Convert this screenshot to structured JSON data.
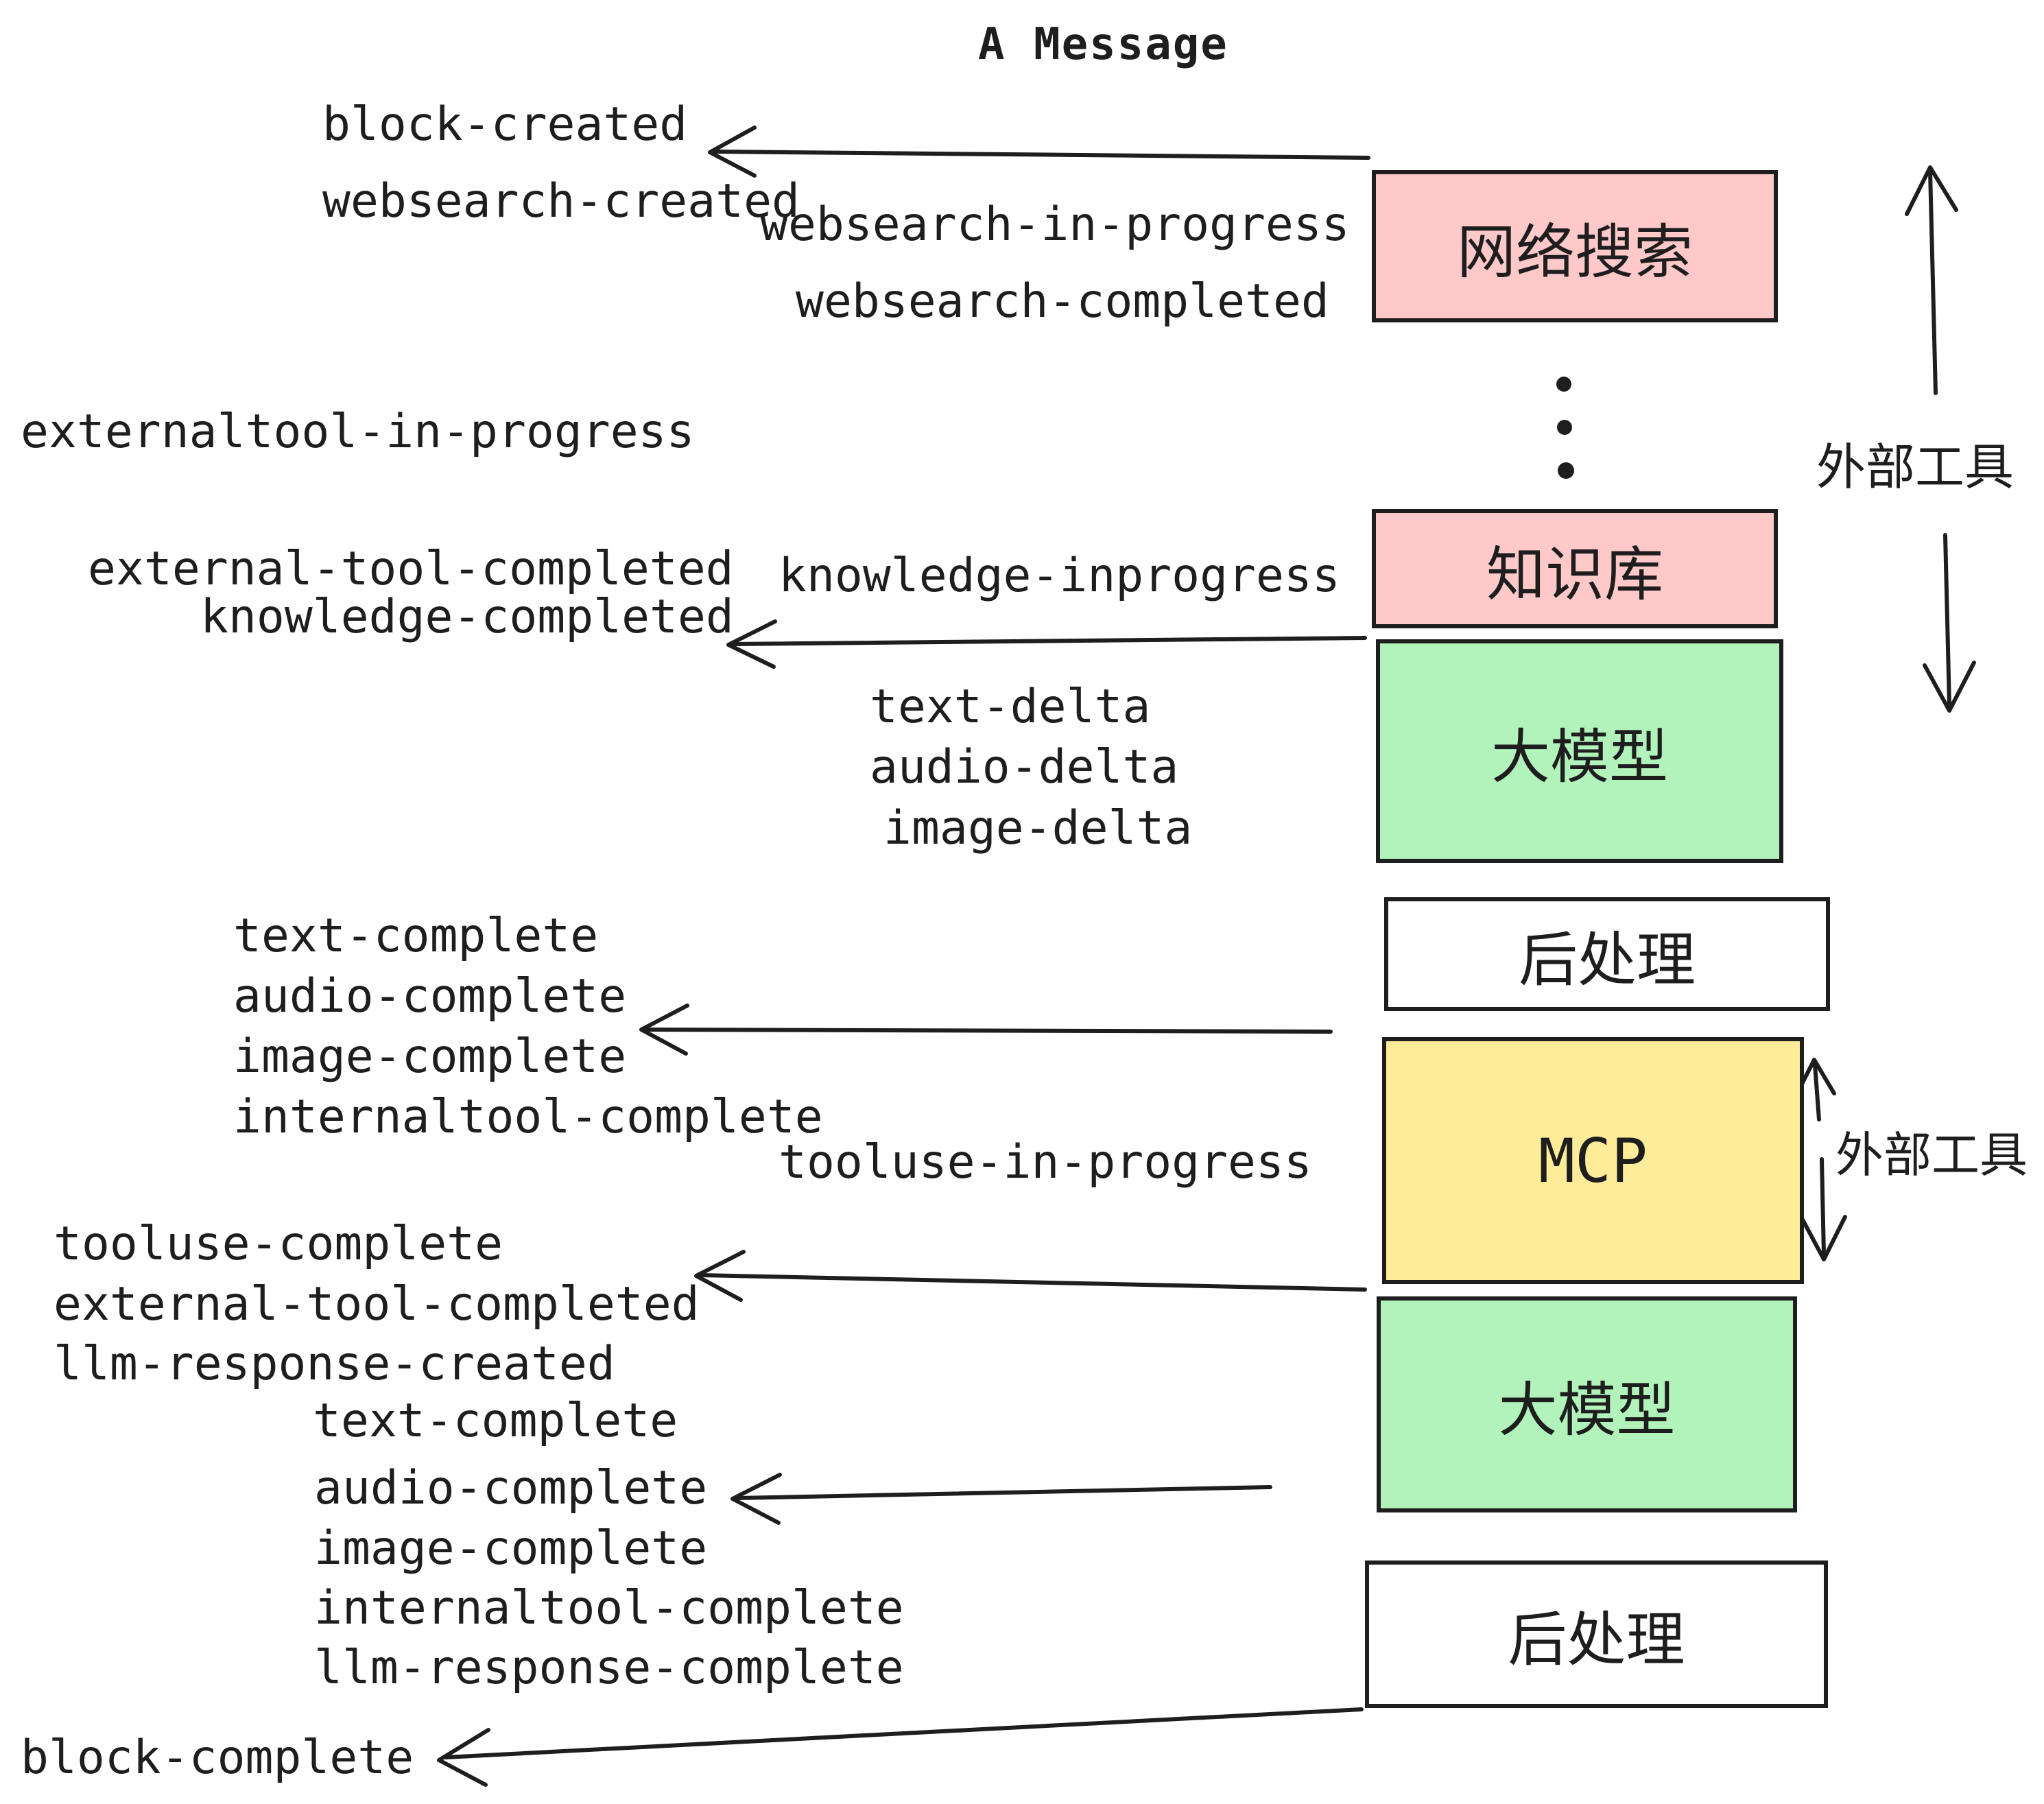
{
  "title": "A Message",
  "external_tools": {
    "top_label": "外部工具",
    "mid_label": "外部工具"
  },
  "boxes": {
    "websearch": "网络搜索",
    "knowledge": "知识库",
    "llm1": "大模型",
    "post1": "后处理",
    "mcp": "MCP",
    "llm2": "大模型",
    "post2": "后处理"
  },
  "events": {
    "block_created": "block-created",
    "websearch_created": "websearch-created",
    "websearch_in_progress": "websearch-in-progress",
    "websearch_completed": "websearch-completed",
    "externaltool_in_progress": "externaltool-in-progress",
    "external_tool_completed_1": "external-tool-completed",
    "knowledge_completed": "knowledge-completed",
    "knowledge_inprogress": "knowledge-inprogress",
    "text_delta_1": "text-delta",
    "audio_delta_1": "audio-delta",
    "image_delta_1": "image-delta",
    "text_complete_1": "text-complete",
    "audio_complete_1": "audio-complete",
    "image_complete_1": "image-complete",
    "internaltool_complete_1": "internaltool-complete",
    "tooluse_in_progress": "tooluse-in-progress",
    "tooluse_complete": "tooluse-complete",
    "external_tool_completed_2": "external-tool-completed",
    "llm_response_created": "llm-response-created",
    "text_complete_2": "text-complete",
    "audio_complete_2": "audio-complete",
    "image_complete_2": "image-complete",
    "internaltool_complete_2": "internaltool-complete",
    "llm_response_complete": "llm-response-complete",
    "block_complete": "block-complete"
  },
  "colors": {
    "pink": "#ffc9c9",
    "green": "#b2f2bb",
    "yellow": "#ffec99",
    "white": "#ffffff",
    "stroke": "#1e1e1e"
  }
}
